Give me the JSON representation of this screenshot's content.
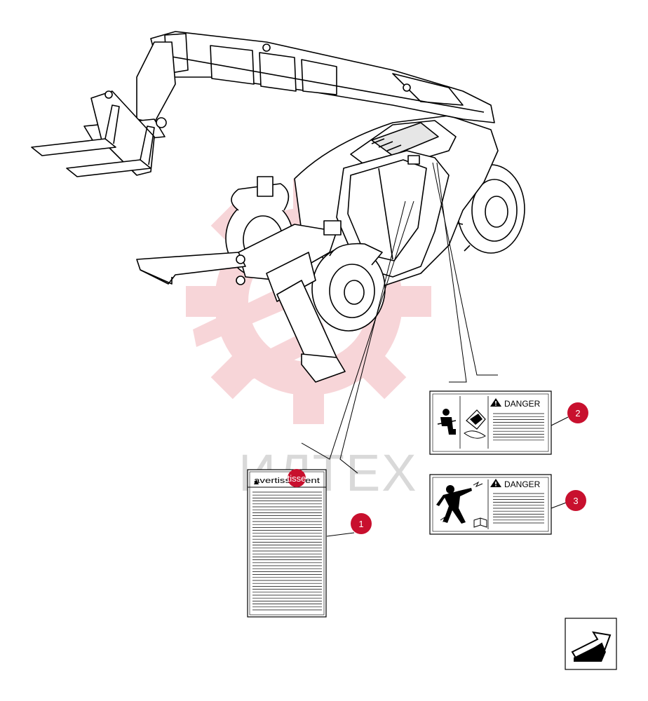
{
  "watermark": {
    "text": "ИЛТЕХ",
    "color": "#f2b3ba"
  },
  "decals": [
    {
      "callout": "1",
      "header_text": "avertissement",
      "header_overlay": "tisse"
    },
    {
      "callout": "2",
      "header_text": "DANGER",
      "icons": [
        "seated-operator-icon",
        "rollover-hazard-icon"
      ]
    },
    {
      "callout": "3",
      "header_text": "DANGER",
      "icons": [
        "electrocution-hazard-icon",
        "manual-book-icon"
      ]
    }
  ],
  "callout_color": "#c8102e",
  "nav": {
    "icon": "next-page-arrow-icon"
  }
}
